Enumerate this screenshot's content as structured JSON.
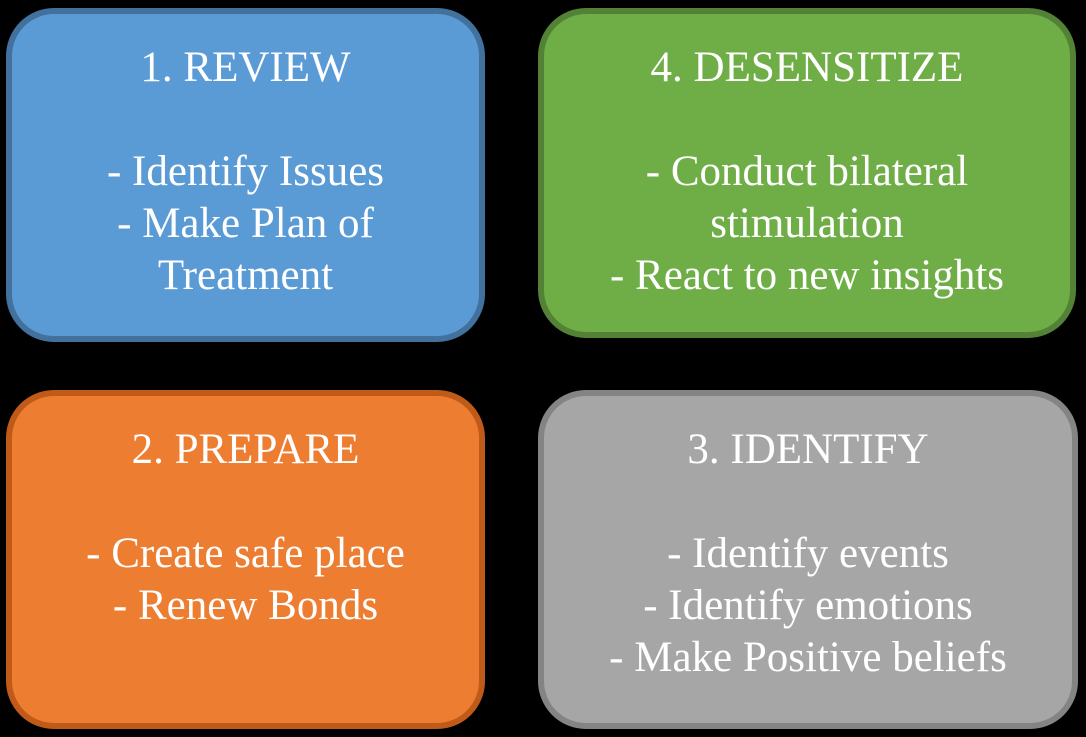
{
  "background_color": "#000000",
  "text_color": "#FFFFFF",
  "boxes": {
    "review": {
      "title": "1. REVIEW",
      "lines": [
        "- Identify Issues",
        "- Make Plan of",
        "Treatment"
      ],
      "bullets_full": [
        "Identify Issues",
        "Make Plan of Treatment"
      ],
      "fill": "#5B9BD5",
      "border": "#41719C"
    },
    "desensitize": {
      "title": "4. DESENSITIZE",
      "lines": [
        "- Conduct bilateral",
        "stimulation",
        "- React to new insights"
      ],
      "bullets_full": [
        "Conduct bilateral stimulation",
        "React to new insights"
      ],
      "fill": "#6FAD47",
      "border": "#538135"
    },
    "prepare": {
      "title": "2. PREPARE",
      "lines": [
        "- Create safe place",
        "- Renew Bonds"
      ],
      "bullets_full": [
        "Create safe place",
        "Renew Bonds"
      ],
      "fill": "#ED7D31",
      "border": "#C05A18"
    },
    "identify": {
      "title": "3. IDENTIFY",
      "lines": [
        "- Identify events",
        "- Identify emotions",
        "- Make Positive beliefs"
      ],
      "bullets_full": [
        "Identify events",
        "Identify emotions",
        "Make Positive beliefs"
      ],
      "fill": "#A6A6A6",
      "border": "#848484"
    }
  }
}
